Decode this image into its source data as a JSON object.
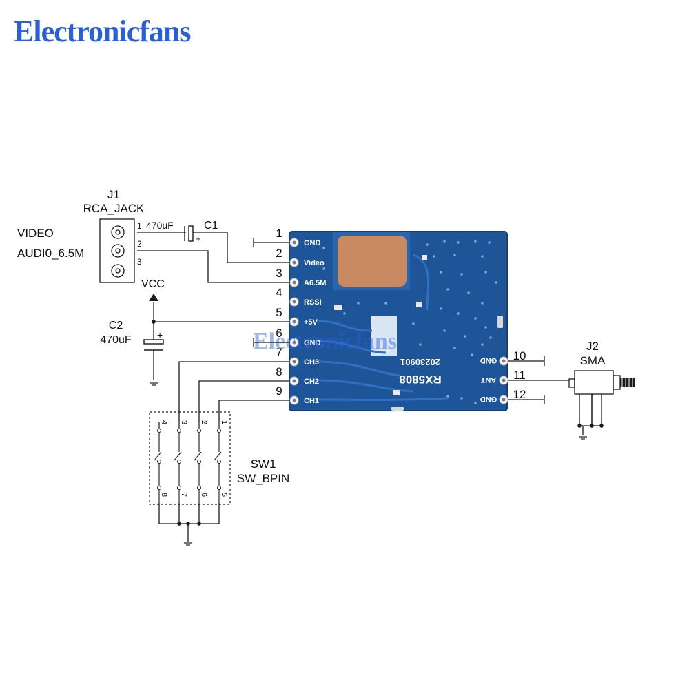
{
  "brand": {
    "logo_text": "Electronicfans",
    "logo_color": "#2b5fd6",
    "watermark_text": "Electronicfans"
  },
  "colors": {
    "pcb": "#1e5598",
    "pcb_edge": "#173f74",
    "shield": "#c98a62",
    "wire": "#1a1a1a"
  },
  "j1": {
    "ref": "J1",
    "value": "RCA_JACK",
    "pin1": "1",
    "pin2": "2",
    "pin3": "3",
    "label_video": "VIDEO",
    "label_audio": "AUDI0_6.5M"
  },
  "c1": {
    "ref": "C1",
    "value": "470uF",
    "plus": "+"
  },
  "vcc": {
    "label": "VCC"
  },
  "c2": {
    "ref": "C2",
    "value": "470uF",
    "plus": "+"
  },
  "module": {
    "name": "RX5808",
    "date_code": "20230901",
    "left_pins": [
      {
        "num": "1",
        "label": "GND"
      },
      {
        "num": "2",
        "label": "Video"
      },
      {
        "num": "3",
        "label": "A6.5M"
      },
      {
        "num": "4",
        "label": "RSSI"
      },
      {
        "num": "5",
        "label": "+5V"
      },
      {
        "num": "6",
        "label": "GND"
      },
      {
        "num": "7",
        "label": "CH3"
      },
      {
        "num": "8",
        "label": "CH2"
      },
      {
        "num": "9",
        "label": "CH1"
      }
    ],
    "right_pins": [
      {
        "num": "10",
        "label": "GND"
      },
      {
        "num": "11",
        "label": "ANT"
      },
      {
        "num": "12",
        "label": "GND"
      }
    ]
  },
  "j2": {
    "ref": "J2",
    "value": "SMA"
  },
  "sw1": {
    "ref": "SW1",
    "value": "SW_BPIN",
    "top_pins": [
      "4",
      "3",
      "2",
      "1"
    ],
    "bottom_pins": [
      "8",
      "7",
      "6",
      "5"
    ]
  }
}
